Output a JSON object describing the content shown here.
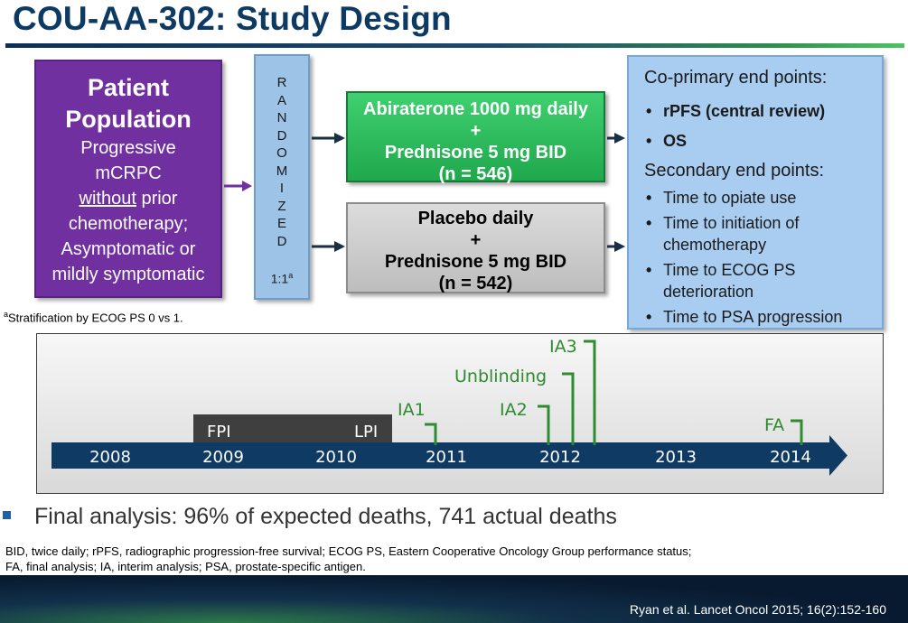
{
  "title": "COU-AA-302: Study Design",
  "patient": {
    "heading1": "Patient",
    "heading2": "Population",
    "line1": "Progressive",
    "line2": "mCRPC",
    "line3_underlined": "without",
    "line3_rest": " prior",
    "line4": "chemotherapy;",
    "line5": "Asymptomatic or",
    "line6": "mildly symptomatic"
  },
  "randomization": {
    "letters": [
      "R",
      "A",
      "N",
      "D",
      "O",
      "M",
      "I",
      "Z",
      "E",
      "D"
    ],
    "ratio": "1:1",
    "ratio_sup": "a"
  },
  "arms": [
    {
      "line1": "Abiraterone 1000 mg daily",
      "line2": "+",
      "line3": "Prednisone 5 mg BID",
      "line4": "(n = 546)"
    },
    {
      "line1": "Placebo daily",
      "line2": "+",
      "line3": "Prednisone 5 mg BID",
      "line4": "(n = 542)"
    }
  ],
  "endpoints": {
    "primary_heading": "Co-primary end points:",
    "primary": [
      "rPFS (central review)",
      "OS"
    ],
    "secondary_heading": "Secondary end points:",
    "secondary": [
      {
        "l1": "Time to opiate use"
      },
      {
        "l1": "Time to initiation of",
        "l2": "chemotherapy"
      },
      {
        "l1": "Time to ECOG PS",
        "l2": "deterioration"
      },
      {
        "l1": "Time to PSA progression"
      }
    ],
    "bullet": "•"
  },
  "footnote_a": {
    "sup": "a",
    "text": "Stratification by ECOG PS 0 vs 1."
  },
  "timeline": {
    "years": [
      "2008",
      "2009",
      "2010",
      "2011",
      "2012",
      "2013",
      "2014"
    ],
    "enrollment": {
      "start_label": "FPI",
      "end_label": "LPI"
    },
    "milestones": [
      {
        "label": "IA1"
      },
      {
        "label": "IA2"
      },
      {
        "label": "Unblinding"
      },
      {
        "label": "IA3"
      },
      {
        "label": "FA"
      }
    ],
    "colors": {
      "bar": "#0e3a63",
      "milestone": "#2e8b2e",
      "enrollment": "#3f3f3f"
    }
  },
  "final_analysis": "Final analysis: 96% of expected deaths, 741 actual deaths",
  "abbreviations": {
    "line1": "BID, twice daily; rPFS, radiographic progression-free survival; ECOG PS, Eastern Cooperative Oncology Group performance status;",
    "line2": "FA, final analysis; IA, interim analysis; PSA, prostate-specific antigen."
  },
  "citation": "Ryan et al. Lancet Oncol 2015; 16(2):152-160"
}
